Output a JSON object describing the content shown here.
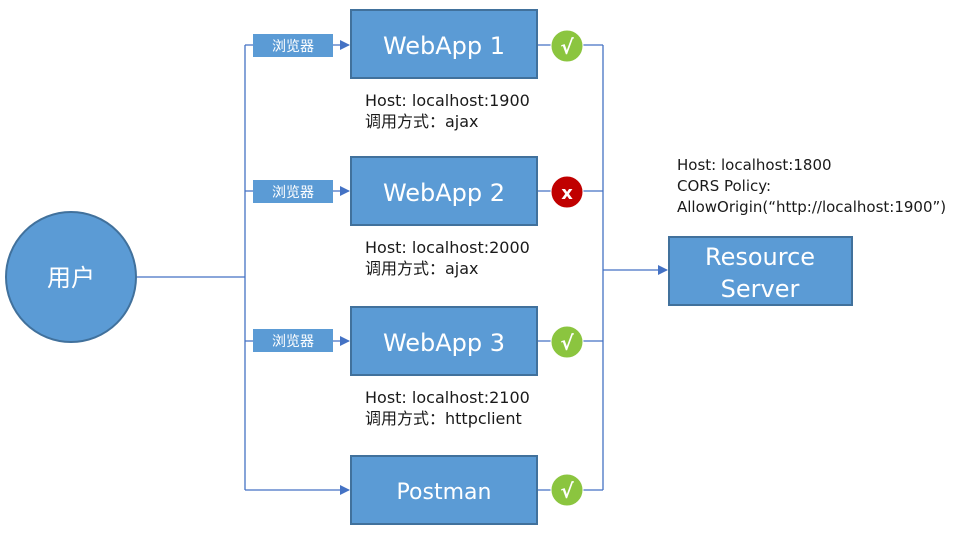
{
  "colors": {
    "box_fill": "#5b9bd5",
    "box_stroke": "#41719c",
    "box_fill_dark": "#4f8ecb",
    "line": "#4472c4",
    "ok": "#8bc53f",
    "fail": "#c00000",
    "text_dark": "#1a1a1a"
  },
  "user": {
    "label": "用户"
  },
  "browser_label": "浏览器",
  "apps": [
    {
      "label": "WebApp 1",
      "host": "Host: localhost:1900",
      "method": "调用方式：ajax",
      "status": "ok",
      "status_symbol": "√"
    },
    {
      "label": "WebApp 2",
      "host": "Host: localhost:2000",
      "method": "调用方式：ajax",
      "status": "fail",
      "status_symbol": "x"
    },
    {
      "label": "WebApp 3",
      "host": "Host: localhost:2100",
      "method": "调用方式：httpclient",
      "status": "ok",
      "status_symbol": "√"
    },
    {
      "label": "Postman",
      "host": "",
      "method": "",
      "status": "ok",
      "status_symbol": "√"
    }
  ],
  "server": {
    "label_line1": "Resource",
    "label_line2": "Server",
    "host": "Host: localhost:1800",
    "policy_label": "CORS Policy:",
    "policy_value": "AllowOrigin(“http://localhost:1900”)"
  }
}
